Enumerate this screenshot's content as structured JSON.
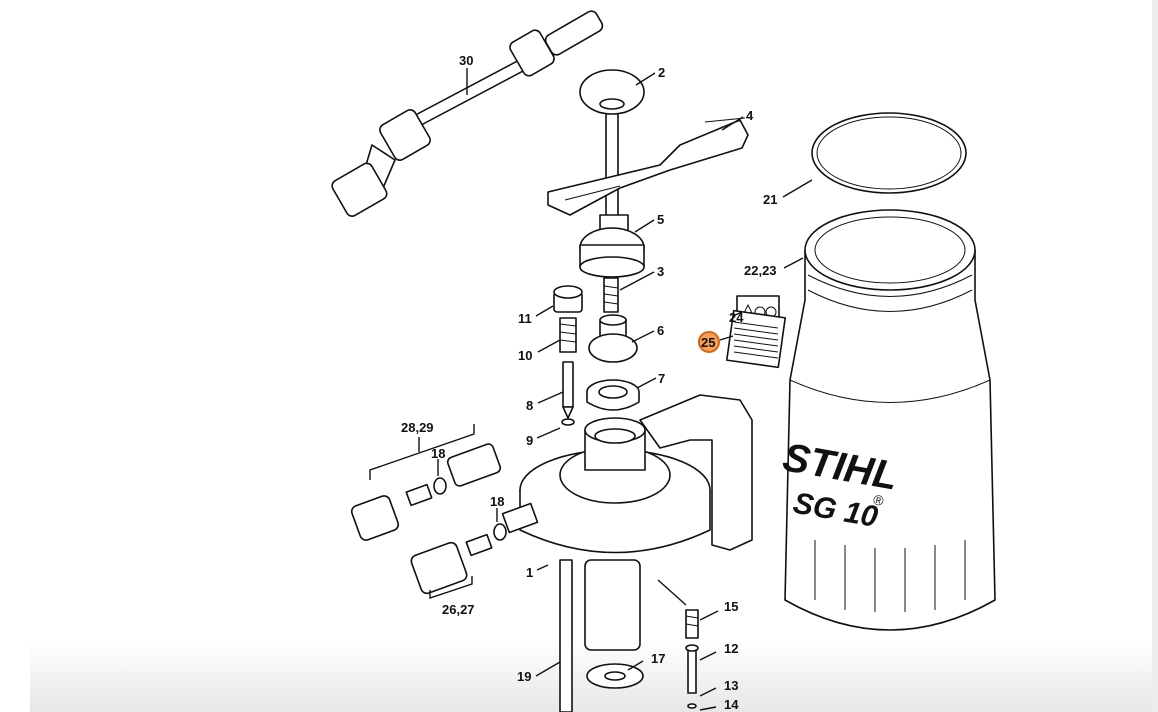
{
  "brand": {
    "logo_text": "STIHL",
    "registered": "®",
    "model": "SG 10"
  },
  "callouts": [
    "30",
    "2",
    "4",
    "5",
    "3",
    "21",
    "22,23",
    "24",
    "25",
    "11",
    "6",
    "10",
    "7",
    "8",
    "9",
    "28,29",
    "18",
    "18",
    "1",
    "26,27",
    "15",
    "12",
    "17",
    "13",
    "14",
    "19"
  ],
  "highlighted_callout": "25",
  "highlight_color": "#f4a259"
}
